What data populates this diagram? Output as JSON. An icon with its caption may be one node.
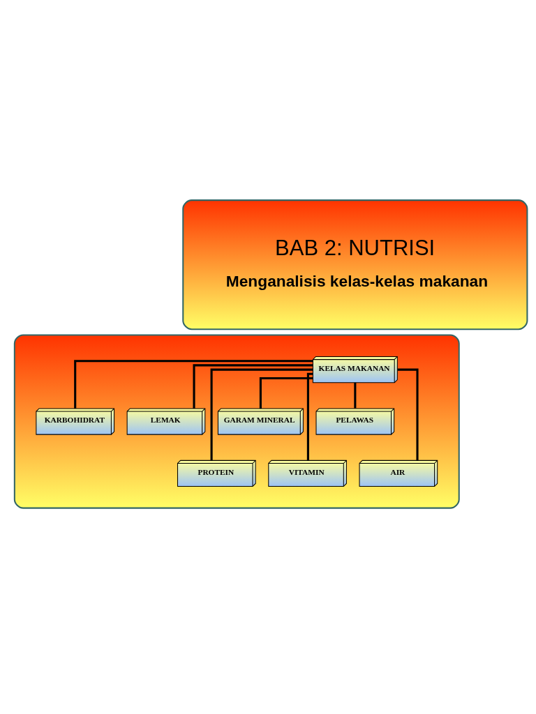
{
  "diagram": {
    "nodes": [
      {
        "text": [
          "BAB 2: NUTRISI",
          "Menganalisis kelas-kelas makanan"
        ]
      },
      {
        "text": [],
        "shape": "box"
      },
      {
        "text": [
          "KELAS MAKANAN"
        ],
        "in": 1
      },
      {
        "text": [
          "KARBOHIDRAT"
        ],
        "in": 1
      },
      {
        "text": [
          "LEMAK"
        ],
        "in": 1
      },
      {
        "text": [
          "GARAM MINERAL"
        ],
        "in": 1
      },
      {
        "text": [
          "PELAWAS"
        ],
        "in": 1
      },
      {
        "text": [
          "PROTEIN"
        ],
        "in": 1
      },
      {
        "text": [
          "VITAMIN"
        ],
        "in": 1
      },
      {
        "text": [
          "AIR"
        ],
        "in": 1
      }
    ],
    "edges": [
      {
        "from": 2,
        "to": 3,
        "arrow": "none"
      },
      {
        "from": 2,
        "to": 7,
        "arrow": "none"
      },
      {
        "from": 2,
        "to": 4,
        "arrow": "none"
      },
      {
        "from": 2,
        "to": 8,
        "arrow": "none"
      },
      {
        "from": 2,
        "to": 5,
        "arrow": "none"
      },
      {
        "from": 2,
        "to": 9,
        "arrow": "none"
      },
      {
        "from": 2,
        "to": 6,
        "arrow": "none"
      }
    ]
  }
}
